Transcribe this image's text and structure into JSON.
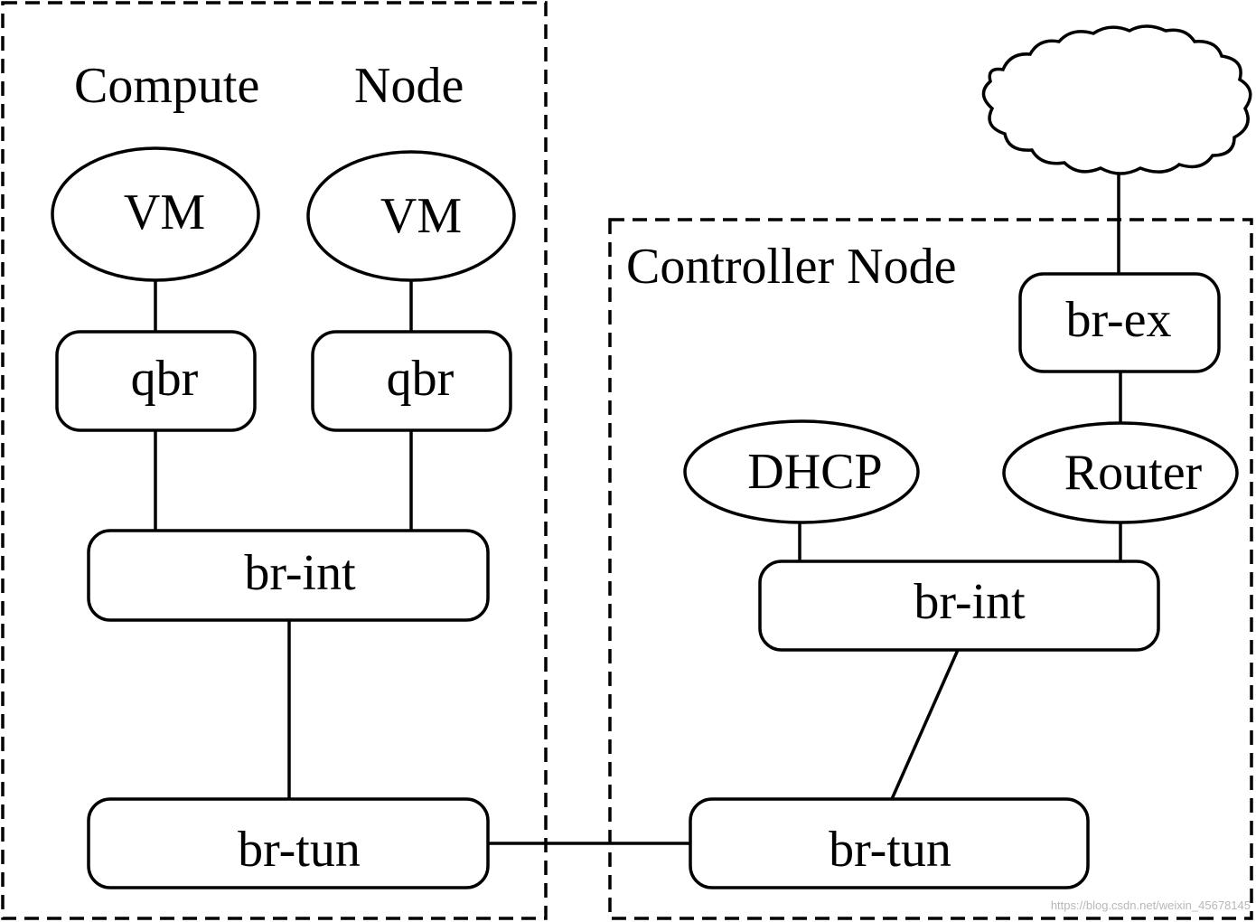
{
  "compute": {
    "title_left": "Compute",
    "title_right": "Node",
    "vm1": "VM",
    "vm2": "VM",
    "qbr1": "qbr",
    "qbr2": "qbr",
    "br_int": "br-int",
    "br_tun": "br-tun"
  },
  "controller": {
    "title": "Controller Node",
    "br_ex": "br-ex",
    "dhcp": "DHCP",
    "router": "Router",
    "br_int": "br-int",
    "br_tun": "br-tun"
  },
  "watermark": "https://blog.csdn.net/weixin_45678145"
}
